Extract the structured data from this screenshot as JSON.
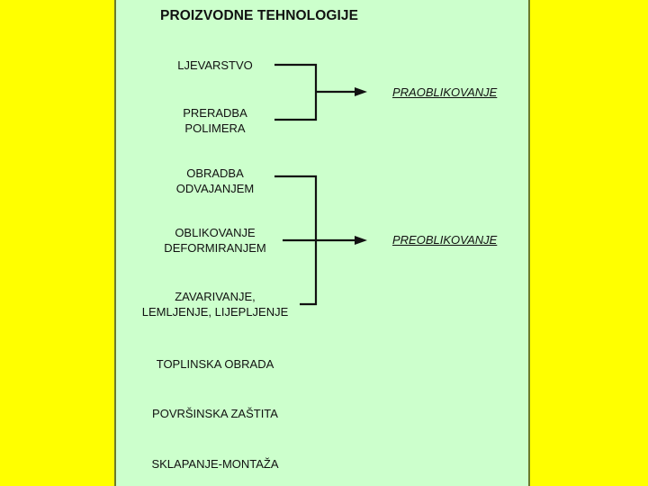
{
  "title": "PROIZVODNE TEHNOLOGIJE",
  "colors": {
    "background": "#ffff00",
    "panel": "#ccffcc",
    "panel_border": "#6b7a2a",
    "text": "#111111"
  },
  "groups": [
    {
      "items": [
        {
          "line1": "LJEVARSTVO",
          "line2": ""
        },
        {
          "line1": "PRERADBA",
          "line2": "POLIMERA"
        }
      ],
      "result": "PRAOBLIKOVANJE"
    },
    {
      "items": [
        {
          "line1": "OBRADBA",
          "line2": "ODVAJANJEM"
        },
        {
          "line1": "OBLIKOVANJE",
          "line2": "DEFORMIRANJEM"
        },
        {
          "line1": "ZAVARIVANJE,",
          "line2": "LEMLJENJE, LIJEPLJENJE"
        }
      ],
      "result": "PREOBLIKOVANJE"
    }
  ],
  "other_items": [
    "TOPLINSKA OBRADA",
    "POVRŠINSKA ZAŠTITA",
    "SKLAPANJE-MONTAŽA"
  ]
}
